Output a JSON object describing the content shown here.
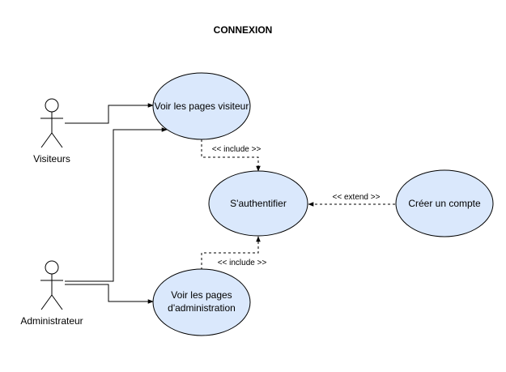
{
  "title": "CONNEXION",
  "actors": {
    "visitor": "Visiteurs",
    "admin": "Administrateur"
  },
  "use_cases": {
    "visitor_pages": "Voir les pages visiteur",
    "authenticate": "S'authentifier",
    "admin_pages_line1": "Voir les pages",
    "admin_pages_line2": "d'administration",
    "create_account": "Créer un compte"
  },
  "relations": {
    "include_top": "<< include >>",
    "include_bottom": "<< include >>",
    "extend": "<< extend >>"
  },
  "colors": {
    "usecase_fill": "#dae8fc",
    "stroke": "#000000"
  }
}
